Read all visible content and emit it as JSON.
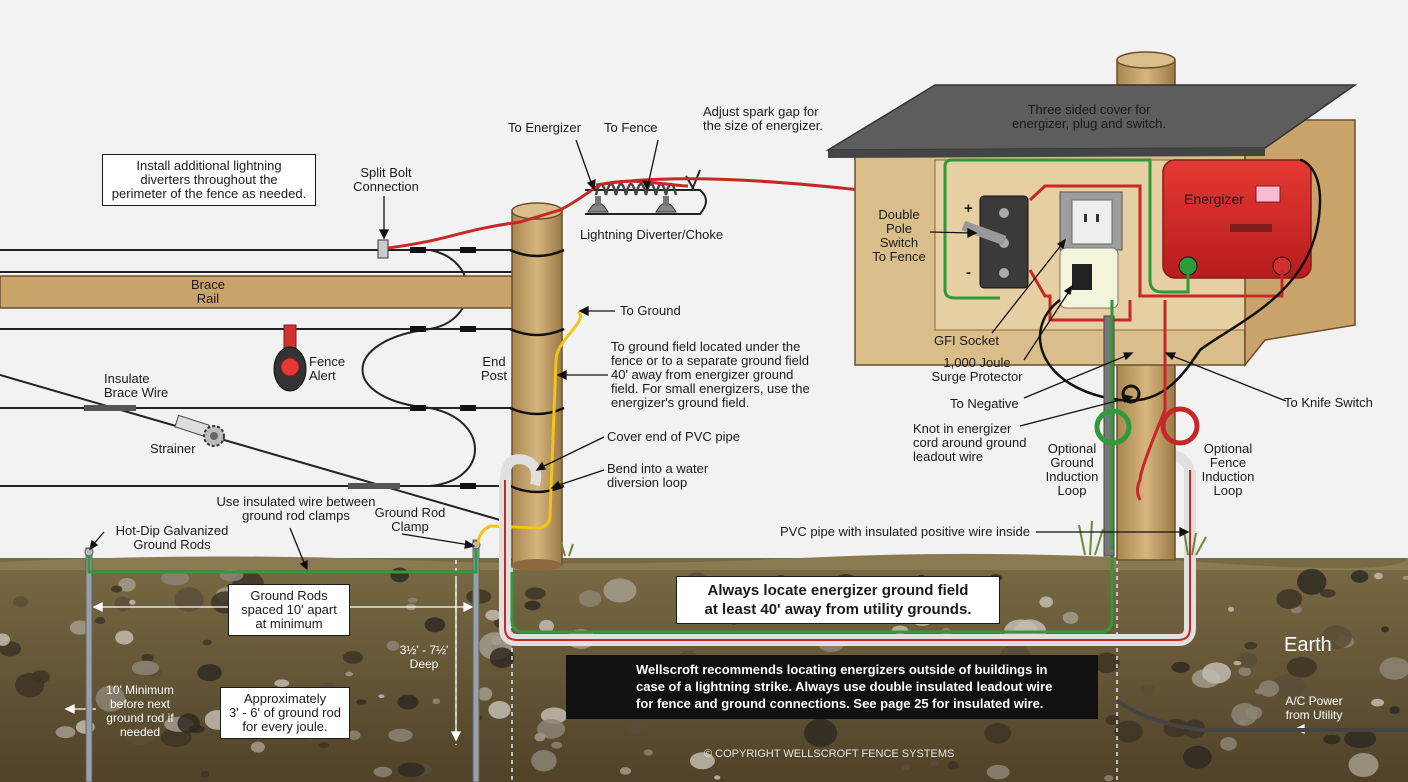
{
  "colors": {
    "background": "#f2f2f2",
    "wood": "#c9a36a",
    "wood_dark": "#8a6a3c",
    "soil": "#6b5a3a",
    "hot_wire": "#c62828",
    "ground_wire": "#2e9a3a",
    "yellow_wire": "#f0c419",
    "energizer": "#d32f2f",
    "roof": "#5d5d5d"
  },
  "labels": {
    "diverters_note": "Install additional lightning\ndiverters throughout the\nperimeter of the fence as needed.",
    "split_bolt": "Split Bolt\nConnection",
    "to_energizer": "To Energizer",
    "to_fence": "To Fence",
    "spark_gap": "Adjust spark gap for\nthe size of energizer.",
    "lightning_diverter": "Lightning Diverter/Choke",
    "brace_rail": "Brace\nRail",
    "to_ground": "To Ground",
    "fence_alert": "Fence\nAlert",
    "end_post": "End\nPost",
    "ground_field": "To ground field located under the\nfence or to a separate ground field\n40' away from energizer ground\nfield.  For small energizers, use the\nenergizer's ground field.",
    "insulate_brace": "Insulate\nBrace Wire",
    "strainer": "Strainer",
    "cover_pvc": "Cover end of PVC pipe",
    "bend_loop": "Bend into a water\ndiversion loop",
    "use_insulated": "Use insulated wire between\nground rod clamps",
    "ground_rod_clamp": "Ground Rod\nClamp",
    "hot_dip": "Hot-Dip Galvanized\nGround Rods",
    "rods_spaced": "Ground Rods\nspaced 10' apart\nat minimum",
    "depth": "3½' - 7½'\nDeep",
    "ten_min": "10' Minimum\nbefore next\nground rod if\nneeded",
    "approx": "Approximately\n3' - 6' of ground rod\nfor every joule.",
    "three_sided": "Three sided cover for\nenergizer, plug and switch.",
    "energizer": "Energizer",
    "double_pole": "Double\nPole\nSwitch\nTo Fence",
    "plus": "+",
    "minus": "-",
    "gfi": "GFI Socket",
    "surge": "1,000 Joule\nSurge Protector",
    "to_negative": "To Negative",
    "knot": "Knot in energizer\ncord around ground\nleadout wire",
    "opt_ground": "Optional\nGround\nInduction\nLoop",
    "opt_fence": "Optional\nFence\nInduction\nLoop",
    "to_knife": "To Knife Switch",
    "pvc_pipe": "PVC pipe with insulated positive wire inside",
    "always_locate": "Always locate energizer ground field\nat least 40' away from utility grounds.",
    "earth": "Earth",
    "ac_power": "A/C Power\nfrom Utility",
    "recommend": "Wellscroft recommends locating energizers outside of buildings in\ncase of a lightning strike. Always use double insulated leadout wire\nfor fence and ground connections. See page 25 for insulated wire.",
    "copyright": "© COPYRIGHT WELLSCROFT FENCE SYSTEMS"
  }
}
